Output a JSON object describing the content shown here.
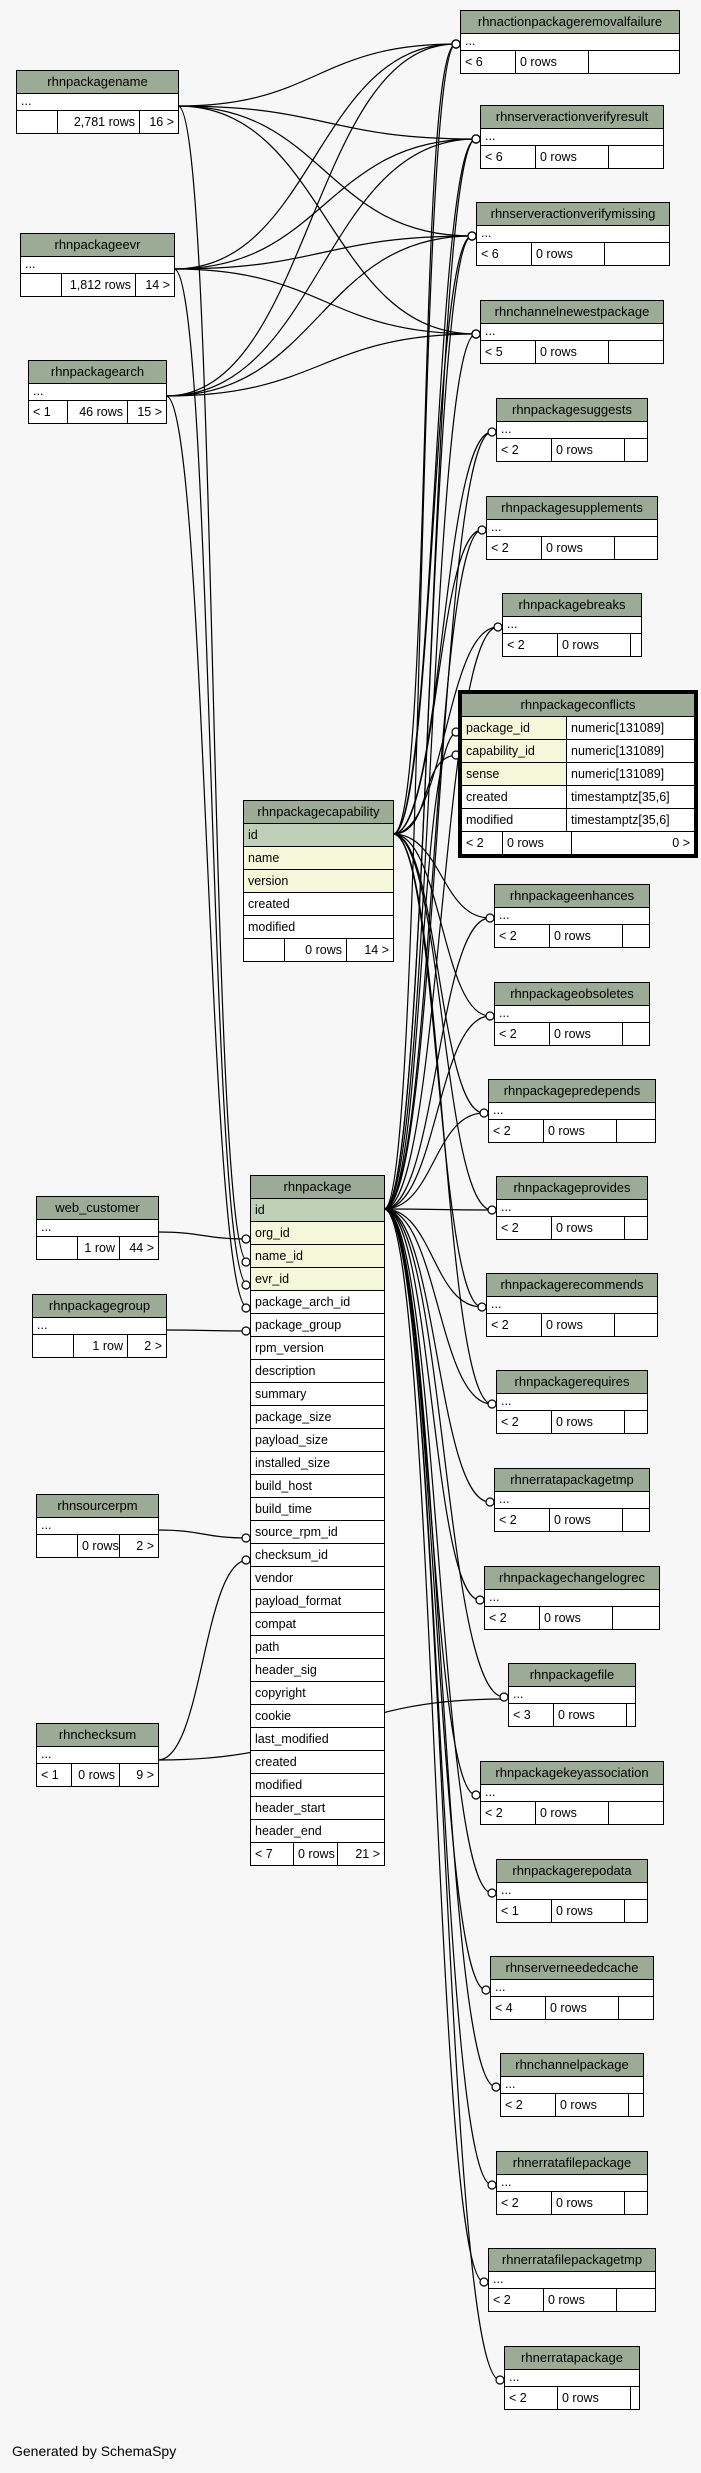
{
  "footer_text": "Generated by SchemaSpy",
  "colors": {
    "header": "#9bab96",
    "pk": "#bed1b8",
    "indexed": "#f4f7da",
    "background": "#f7f7f7"
  },
  "tables": {
    "rhnpackagename": {
      "name": "rhnpackagename",
      "ellipsis": "...",
      "rows": "2,781 rows",
      "children": "16 >"
    },
    "rhnpackageevr": {
      "name": "rhnpackageevr",
      "ellipsis": "...",
      "rows": "1,812 rows",
      "children": "14 >"
    },
    "rhnpackagearch": {
      "name": "rhnpackagearch",
      "ellipsis": "...",
      "parents": "< 1",
      "rows": "46 rows",
      "children": "15 >"
    },
    "rhnactionpackageremovalfailure": {
      "name": "rhnactionpackageremovalfailure",
      "ellipsis": "...",
      "parents": "< 6",
      "rows": "0 rows"
    },
    "rhnserveractionverifyresult": {
      "name": "rhnserveractionverifyresult",
      "ellipsis": "...",
      "parents": "< 6",
      "rows": "0 rows"
    },
    "rhnserveractionverifymissing": {
      "name": "rhnserveractionverifymissing",
      "ellipsis": "...",
      "parents": "< 6",
      "rows": "0 rows"
    },
    "rhnchannelnewestpackage": {
      "name": "rhnchannelnewestpackage",
      "ellipsis": "...",
      "parents": "< 5",
      "rows": "0 rows"
    },
    "rhnpackagesuggests": {
      "name": "rhnpackagesuggests",
      "ellipsis": "...",
      "parents": "< 2",
      "rows": "0 rows"
    },
    "rhnpackagesupplements": {
      "name": "rhnpackagesupplements",
      "ellipsis": "...",
      "parents": "< 2",
      "rows": "0 rows"
    },
    "rhnpackagebreaks": {
      "name": "rhnpackagebreaks",
      "ellipsis": "...",
      "parents": "< 2",
      "rows": "0 rows"
    },
    "rhnpackageconflicts": {
      "name": "rhnpackageconflicts",
      "columns": [
        {
          "name": "package_id",
          "type": "numeric[131089]"
        },
        {
          "name": "capability_id",
          "type": "numeric[131089]"
        },
        {
          "name": "sense",
          "type": "numeric[131089]"
        },
        {
          "name": "created",
          "type": "timestamptz[35,6]"
        },
        {
          "name": "modified",
          "type": "timestamptz[35,6]"
        }
      ],
      "parents": "< 2",
      "rows": "0 rows",
      "children": "0 >"
    },
    "rhnpackagecapability": {
      "name": "rhnpackagecapability",
      "columns": [
        "id",
        "name",
        "version",
        "created",
        "modified"
      ],
      "rows": "0 rows",
      "children": "14 >"
    },
    "rhnpackageenhances": {
      "name": "rhnpackageenhances",
      "ellipsis": "...",
      "parents": "< 2",
      "rows": "0 rows"
    },
    "rhnpackageobsoletes": {
      "name": "rhnpackageobsoletes",
      "ellipsis": "...",
      "parents": "< 2",
      "rows": "0 rows"
    },
    "rhnpackagepredepends": {
      "name": "rhnpackagepredepends",
      "ellipsis": "...",
      "parents": "< 2",
      "rows": "0 rows"
    },
    "rhnpackageprovides": {
      "name": "rhnpackageprovides",
      "ellipsis": "...",
      "parents": "< 2",
      "rows": "0 rows"
    },
    "rhnpackagerecommends": {
      "name": "rhnpackagerecommends",
      "ellipsis": "...",
      "parents": "< 2",
      "rows": "0 rows"
    },
    "rhnpackagerequires": {
      "name": "rhnpackagerequires",
      "ellipsis": "...",
      "parents": "< 2",
      "rows": "0 rows"
    },
    "rhnerratapackagetmp": {
      "name": "rhnerratapackagetmp",
      "ellipsis": "...",
      "parents": "< 2",
      "rows": "0 rows"
    },
    "rhnpackagechangelogrec": {
      "name": "rhnpackagechangelogrec",
      "ellipsis": "...",
      "parents": "< 2",
      "rows": "0 rows"
    },
    "rhnpackagefile": {
      "name": "rhnpackagefile",
      "ellipsis": "...",
      "parents": "< 3",
      "rows": "0 rows"
    },
    "rhnpackagekeyassociation": {
      "name": "rhnpackagekeyassociation",
      "ellipsis": "...",
      "parents": "< 2",
      "rows": "0 rows"
    },
    "rhnpackagerepodata": {
      "name": "rhnpackagerepodata",
      "ellipsis": "...",
      "parents": "< 1",
      "rows": "0 rows"
    },
    "rhnserverneededcache": {
      "name": "rhnserverneededcache",
      "ellipsis": "...",
      "parents": "< 4",
      "rows": "0 rows"
    },
    "rhnchannelpackage": {
      "name": "rhnchannelpackage",
      "ellipsis": "...",
      "parents": "< 2",
      "rows": "0 rows"
    },
    "rhnerratafilepackage": {
      "name": "rhnerratafilepackage",
      "ellipsis": "...",
      "parents": "< 2",
      "rows": "0 rows"
    },
    "rhnerratafilepackagetmp": {
      "name": "rhnerratafilepackagetmp",
      "ellipsis": "...",
      "parents": "< 2",
      "rows": "0 rows"
    },
    "rhnerratapackage": {
      "name": "rhnerratapackage",
      "ellipsis": "...",
      "parents": "< 2",
      "rows": "0 rows"
    },
    "web_customer": {
      "name": "web_customer",
      "ellipsis": "...",
      "rows": "1 row",
      "children": "44 >"
    },
    "rhnpackagegroup": {
      "name": "rhnpackagegroup",
      "ellipsis": "...",
      "rows": "1 row",
      "children": "2 >"
    },
    "rhnsourcerpm": {
      "name": "rhnsourcerpm",
      "ellipsis": "...",
      "rows": "0 rows",
      "children": "2 >"
    },
    "rhnchecksum": {
      "name": "rhnchecksum",
      "ellipsis": "...",
      "parents": "< 1",
      "rows": "0 rows",
      "children": "9 >"
    },
    "rhnpackage": {
      "name": "rhnpackage",
      "columns": [
        "id",
        "org_id",
        "name_id",
        "evr_id",
        "package_arch_id",
        "package_group",
        "rpm_version",
        "description",
        "summary",
        "package_size",
        "payload_size",
        "installed_size",
        "build_host",
        "build_time",
        "source_rpm_id",
        "checksum_id",
        "vendor",
        "payload_format",
        "compat",
        "path",
        "header_sig",
        "copyright",
        "cookie",
        "last_modified",
        "created",
        "modified",
        "header_start",
        "header_end"
      ],
      "parents": "< 7",
      "rows": "0 rows",
      "children": "21 >"
    }
  }
}
